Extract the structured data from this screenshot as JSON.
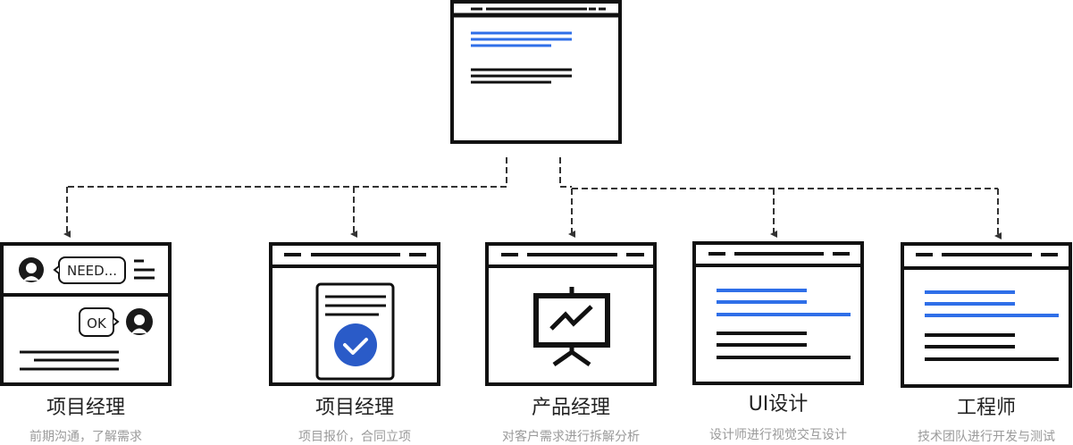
{
  "colors": {
    "stroke": "#111111",
    "accent_blue": "#2f6fe8",
    "check_blue": "#2a5bc8",
    "title": "#222222",
    "desc": "#9a9a9a",
    "connector": "#333333"
  },
  "root": {
    "icon": "document-window-icon"
  },
  "nodes": [
    {
      "id": "communicate",
      "icon": "chat-window-icon",
      "title": "项目经理",
      "desc": "前期沟通，了解需求",
      "bubble_need": "NEED...",
      "bubble_ok": "OK"
    },
    {
      "id": "quote",
      "icon": "contract-approved-icon",
      "title": "项目经理",
      "desc": "项目报价，合同立项"
    },
    {
      "id": "product",
      "icon": "presentation-chart-icon",
      "title": "产品经理",
      "desc": "对客户需求进行拆解分析"
    },
    {
      "id": "design",
      "icon": "design-window-icon",
      "title": "UI设计",
      "desc": "设计师进行视觉交互设计"
    },
    {
      "id": "engineer",
      "icon": "code-window-icon",
      "title": "工程师",
      "desc": "技术团队进行开发与测试"
    }
  ]
}
